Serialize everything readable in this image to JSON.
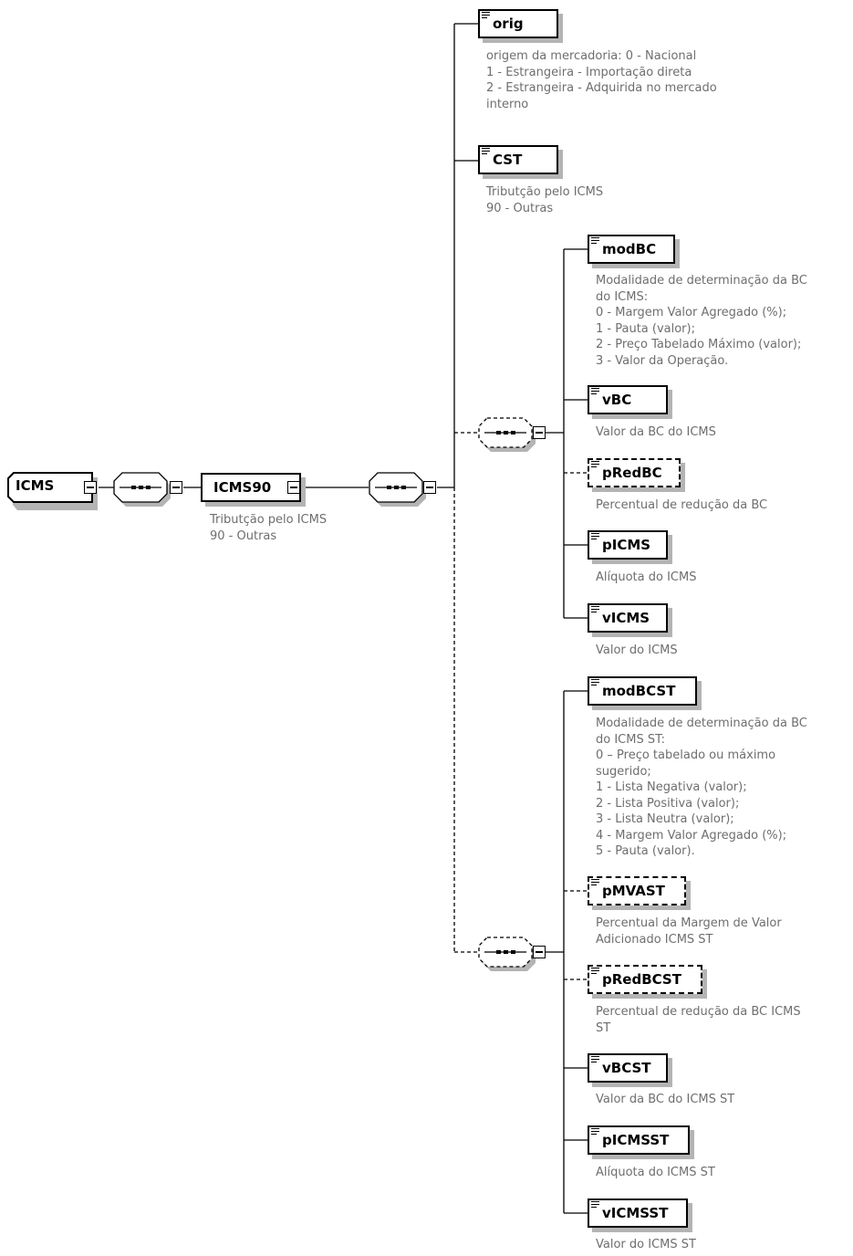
{
  "root": {
    "label": "ICMS"
  },
  "icms90": {
    "label": "ICMS90",
    "description": "Tributção pelo ICMS\n90 - Outras"
  },
  "elements": [
    {
      "id": "orig",
      "label": "orig",
      "optional": false,
      "description": "origem da mercadoria: 0 - Nacional\n1 - Estrangeira - Importação direta\n2 - Estrangeira - Adquirida no mercado\ninterno"
    },
    {
      "id": "cst",
      "label": "CST",
      "optional": false,
      "description": "Tributção pelo ICMS\n90 - Outras"
    },
    {
      "id": "modbc",
      "label": "modBC",
      "optional": false,
      "description": "Modalidade de determinação da BC\ndo ICMS:\n0 - Margem Valor Agregado (%);\n1 - Pauta (valor);\n2 - Preço Tabelado Máximo (valor);\n3 - Valor da Operação."
    },
    {
      "id": "vbc",
      "label": "vBC",
      "optional": false,
      "description": "Valor da BC do ICMS"
    },
    {
      "id": "predbc",
      "label": "pRedBC",
      "optional": true,
      "description": "Percentual de redução da BC"
    },
    {
      "id": "picms",
      "label": "pICMS",
      "optional": false,
      "description": "Alíquota do ICMS"
    },
    {
      "id": "vicms",
      "label": "vICMS",
      "optional": false,
      "description": "Valor do ICMS"
    },
    {
      "id": "modbcst",
      "label": "modBCST",
      "optional": false,
      "description": "Modalidade de determinação da BC\ndo ICMS ST:\n0 – Preço tabelado ou máximo\nsugerido;\n1 - Lista Negativa (valor);\n2 - Lista Positiva (valor);\n3 - Lista Neutra (valor);\n4 - Margem Valor Agregado (%);\n5 - Pauta (valor)."
    },
    {
      "id": "pmvast",
      "label": "pMVAST",
      "optional": true,
      "description": "Percentual da Margem de Valor\nAdicionado ICMS ST"
    },
    {
      "id": "predbcst",
      "label": "pRedBCST",
      "optional": true,
      "description": "Percentual de redução da BC ICMS\nST"
    },
    {
      "id": "vbcst",
      "label": "vBCST",
      "optional": false,
      "description": "Valor da BC do ICMS ST"
    },
    {
      "id": "picmsst",
      "label": "pICMSST",
      "optional": false,
      "description": "Alíquota do ICMS ST"
    },
    {
      "id": "vicmsst",
      "label": "vICMSST",
      "optional": false,
      "description": "Valor do ICMS ST"
    }
  ],
  "colors": {
    "line": "#000000",
    "shadow": "#b4b4b4",
    "description_text": "#6e6e6e"
  }
}
